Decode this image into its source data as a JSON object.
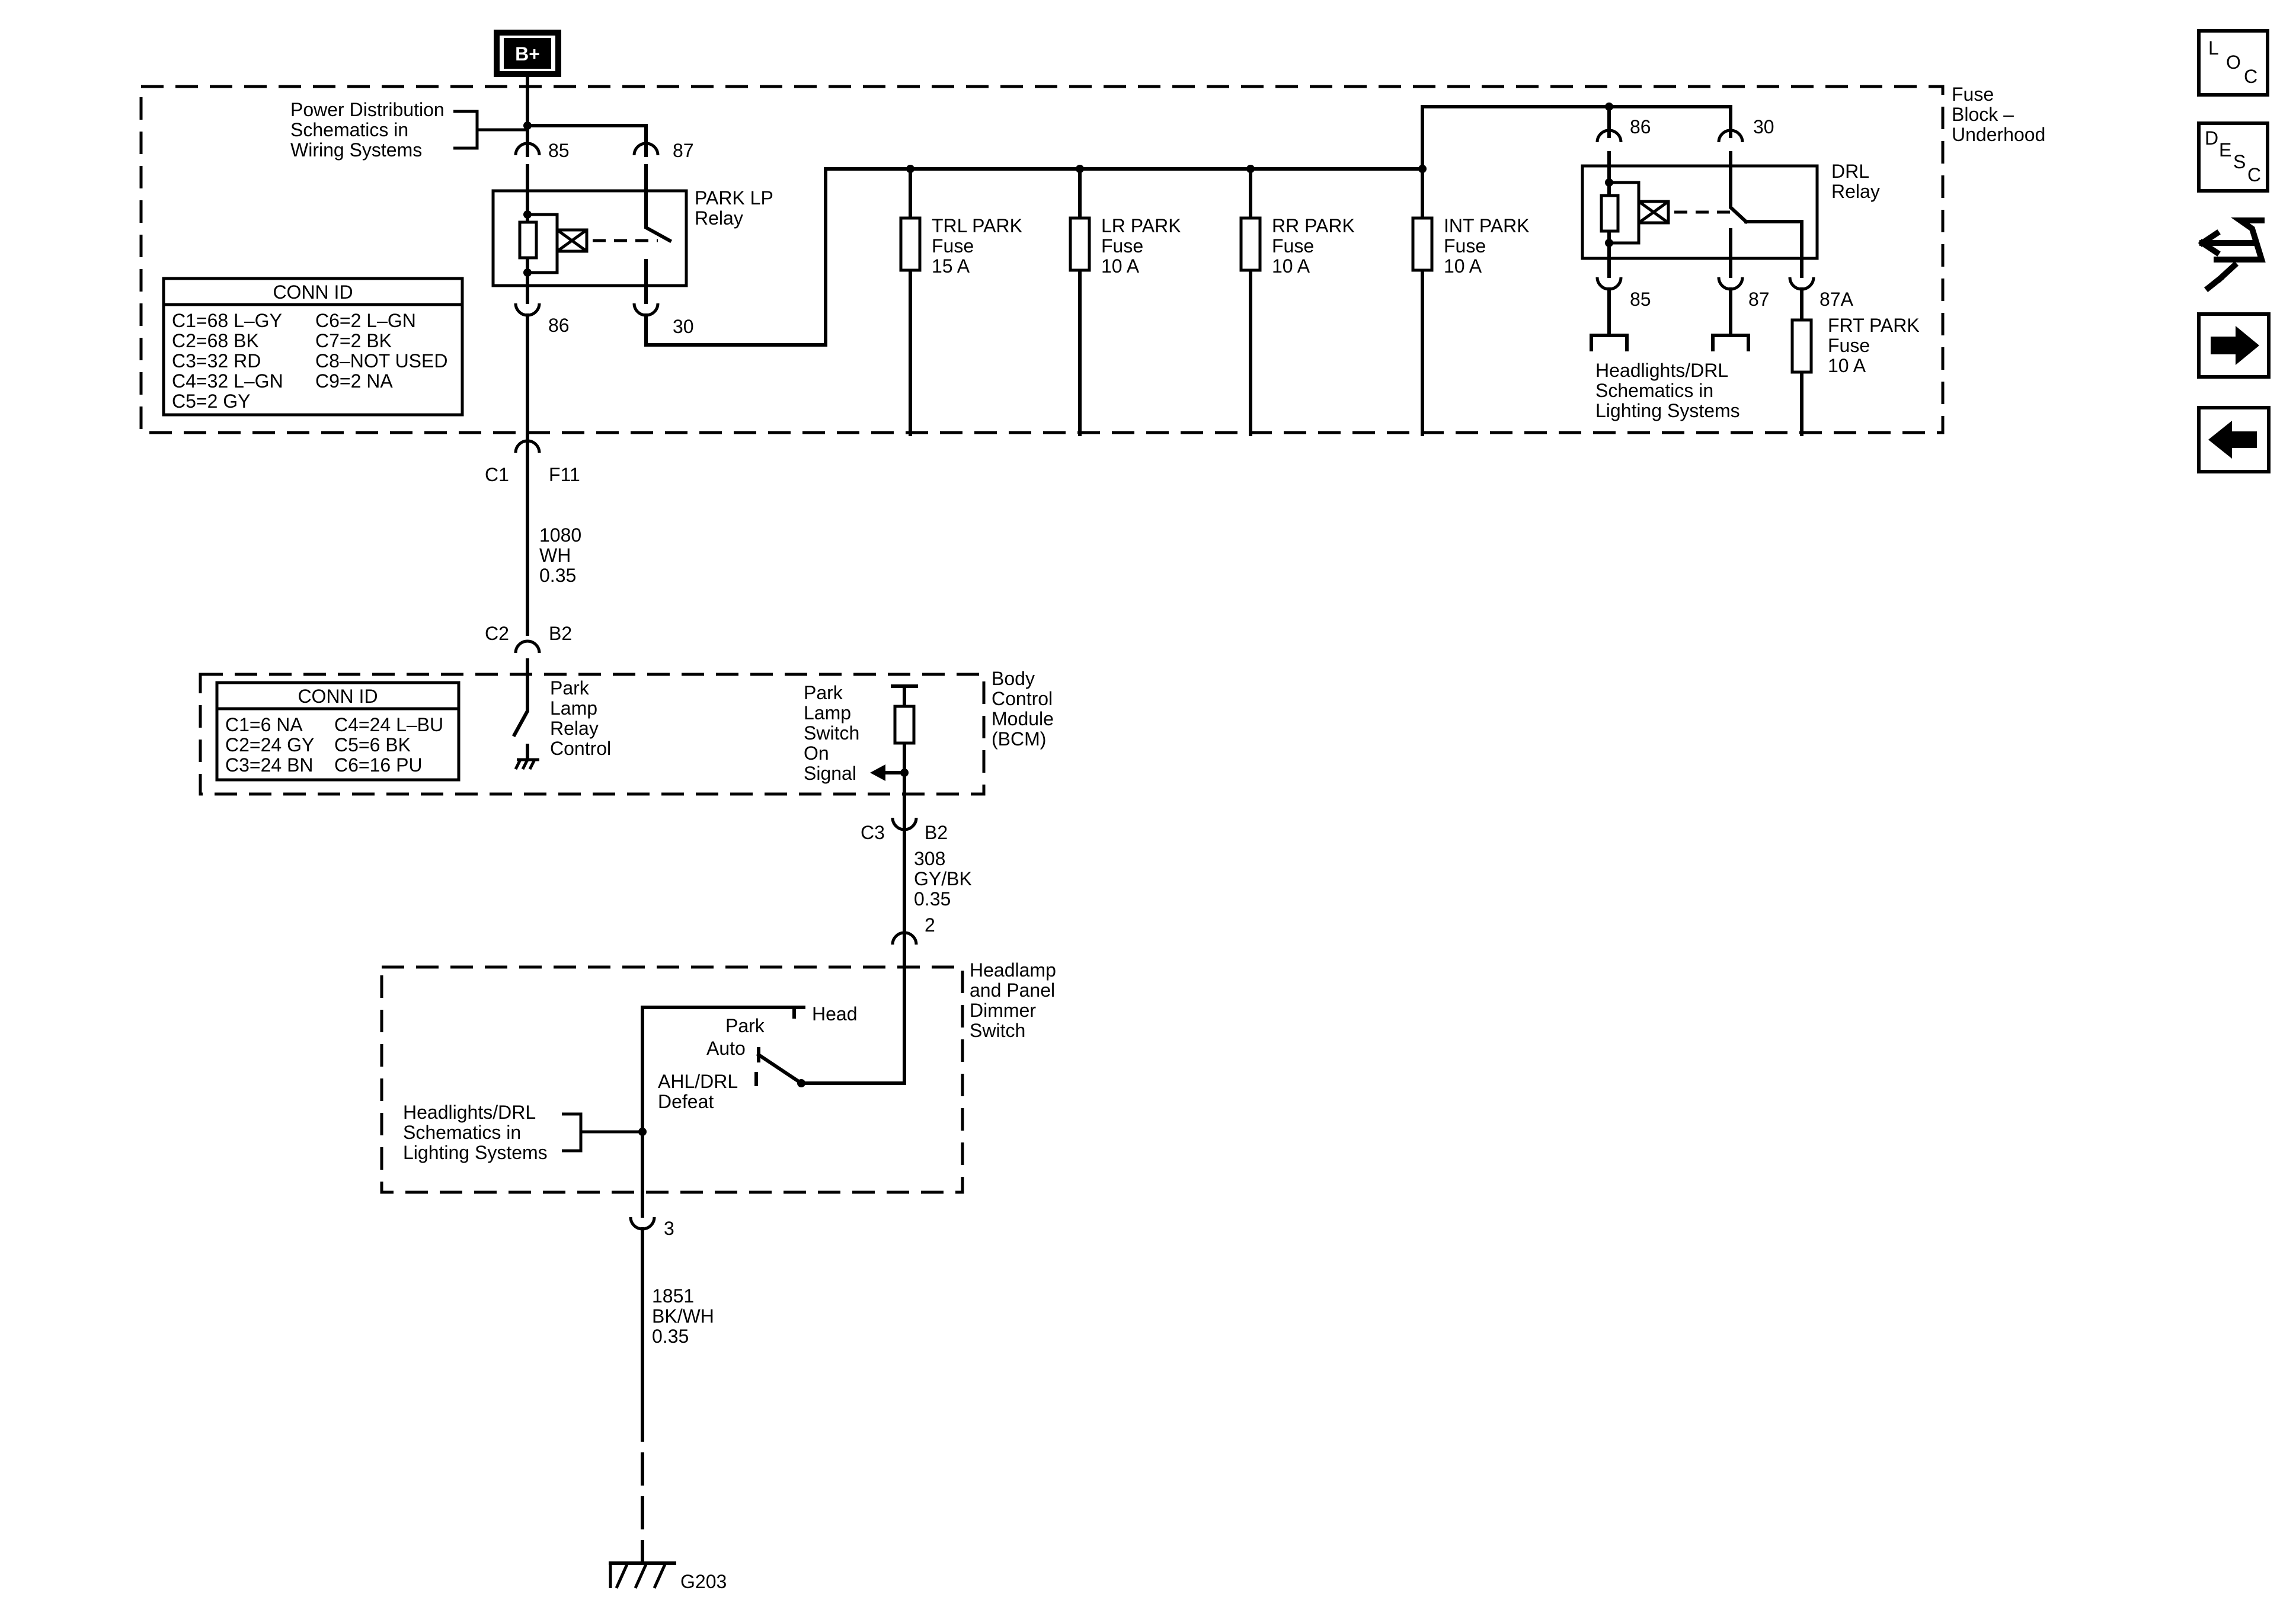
{
  "power": {
    "label": "B+"
  },
  "fuse_block": {
    "label": [
      "Fuse",
      "Block –",
      "Underhood"
    ],
    "ref_power": [
      "Power Distribution",
      "Schematics in",
      "Wiring Systems"
    ],
    "park_relay": {
      "name": [
        "PARK LP",
        "Relay"
      ],
      "pins": [
        "85",
        "87",
        "86",
        "30"
      ]
    },
    "drl_relay": {
      "name": [
        "DRL",
        "Relay"
      ],
      "pins": [
        "86",
        "30",
        "85",
        "87",
        "87A"
      ]
    },
    "fuses": [
      {
        "lines": [
          "TRL PARK",
          "Fuse",
          "15 A"
        ]
      },
      {
        "lines": [
          "LR PARK",
          "Fuse",
          "10 A"
        ]
      },
      {
        "lines": [
          "RR PARK",
          "Fuse",
          "10 A"
        ]
      },
      {
        "lines": [
          "INT PARK",
          "Fuse",
          "10 A"
        ]
      }
    ],
    "frt_fuse": [
      "FRT PARK",
      "Fuse",
      "10 A"
    ],
    "ref_headlights": [
      "Headlights/DRL",
      "Schematics in",
      "Lighting Systems"
    ],
    "conn_id": {
      "title": "CONN ID",
      "col1": [
        "C1=68 L–GY",
        "C2=68 BK",
        "C3=32 RD",
        "C4=32 L–GN",
        "C5=2 GY"
      ],
      "col2": [
        "C6=2 L–GN",
        "C7=2 BK",
        "C8–NOT USED",
        "C9=2 NA"
      ]
    }
  },
  "wire_1080": {
    "conn_top": [
      "C1",
      "F11"
    ],
    "lines": [
      "1080",
      "WH",
      "0.35"
    ],
    "conn_bottom": [
      "C2",
      "B2"
    ]
  },
  "bcm": {
    "label": [
      "Body",
      "Control",
      "Module",
      "(BCM)"
    ],
    "relay_control": [
      "Park",
      "Lamp",
      "Relay",
      "Control"
    ],
    "switch_signal": [
      "Park",
      "Lamp",
      "Switch",
      "On",
      "Signal"
    ],
    "conn_id": {
      "title": "CONN ID",
      "col1": [
        "C1=6 NA",
        "C2=24 GY",
        "C3=24 BN"
      ],
      "col2": [
        "C4=24 L–BU",
        "C5=6 BK",
        "C6=16 PU"
      ]
    }
  },
  "wire_308": {
    "conn_top": [
      "C3",
      "B2"
    ],
    "lines": [
      "308",
      "GY/BK",
      "0.35"
    ],
    "pin_bottom": "2"
  },
  "dimmer_switch": {
    "label": [
      "Headlamp",
      "and Panel",
      "Dimmer",
      "Switch"
    ],
    "positions": {
      "park": "Park",
      "head": "Head",
      "auto": "Auto",
      "defeat": [
        "AHL/DRL",
        "Defeat"
      ]
    },
    "ref_headlights": [
      "Headlights/DRL",
      "Schematics in",
      "Lighting Systems"
    ],
    "pin_bottom": "3"
  },
  "wire_1851": {
    "lines": [
      "1851",
      "BK/WH",
      "0.35"
    ]
  },
  "ground": {
    "label": "G203"
  },
  "nav": {
    "loc": [
      "L",
      "O",
      "C"
    ],
    "desc": [
      "D",
      "E",
      "S",
      "C"
    ]
  }
}
